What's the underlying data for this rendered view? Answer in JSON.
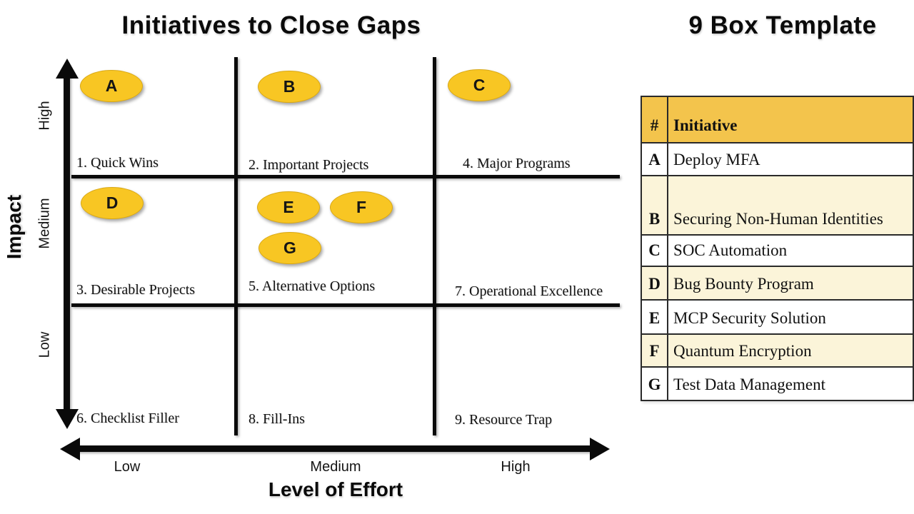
{
  "slide": {
    "left_title": "Initiatives to Close Gaps",
    "right_title": "9 Box Template"
  },
  "matrix": {
    "x_axis": {
      "label": "Level of Effort",
      "ticks": [
        "Low",
        "Medium",
        "High"
      ]
    },
    "y_axis": {
      "label": "Impact",
      "ticks": [
        "High",
        "Medium",
        "Low"
      ]
    },
    "cells": [
      {
        "label": "1. Quick Wins"
      },
      {
        "label": "2. Important Projects"
      },
      {
        "label": "4. Major Programs"
      },
      {
        "label": "3. Desirable Projects"
      },
      {
        "label": "5. Alternative Options"
      },
      {
        "label": "7. Operational Excellence"
      },
      {
        "label": "6. Checklist Filler"
      },
      {
        "label": "8. Fill-Ins"
      },
      {
        "label": "9. Resource Trap"
      }
    ],
    "bubbles": [
      {
        "letter": "A",
        "impact": "High",
        "effort": "Low"
      },
      {
        "letter": "B",
        "impact": "High",
        "effort": "Medium"
      },
      {
        "letter": "C",
        "impact": "High",
        "effort": "High"
      },
      {
        "letter": "D",
        "impact": "Medium",
        "effort": "Low"
      },
      {
        "letter": "E",
        "impact": "Medium",
        "effort": "Medium"
      },
      {
        "letter": "F",
        "impact": "Medium",
        "effort": "Medium"
      },
      {
        "letter": "G",
        "impact": "Medium",
        "effort": "Medium"
      }
    ]
  },
  "table": {
    "header": {
      "number": "#",
      "initiative": "Initiative"
    },
    "rows": [
      {
        "letter": "A",
        "name": "Deploy MFA",
        "highlighted": false
      },
      {
        "letter": "B",
        "name": "Securing Non-Human Identities",
        "highlighted": true
      },
      {
        "letter": "C",
        "name": "SOC Automation",
        "highlighted": false
      },
      {
        "letter": "D",
        "name": "Bug Bounty Program",
        "highlighted": true
      },
      {
        "letter": "E",
        "name": "MCP Security Solution",
        "highlighted": false
      },
      {
        "letter": "F",
        "name": "Quantum Encryption",
        "highlighted": true
      },
      {
        "letter": "G",
        "name": "Test Data Management",
        "highlighted": false
      }
    ]
  },
  "colors": {
    "bubble_gold": "#F8C623",
    "table_header_gold": "#F3C44C",
    "table_alt_row_cream": "#FBF4D9",
    "line_black": "#0A0A0A"
  }
}
